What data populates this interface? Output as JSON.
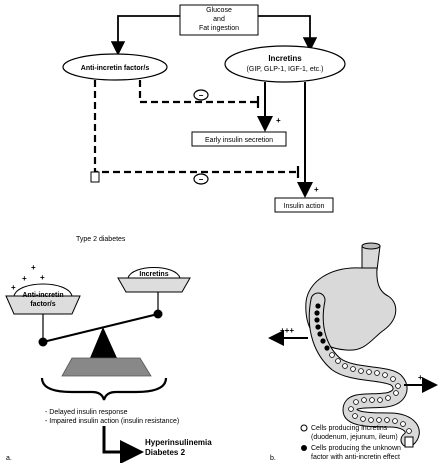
{
  "top_diagram": {
    "glucose_box": [
      "Glucose",
      "and",
      "Fat ingestion"
    ],
    "anti_incretin_label": "Anti-incretin factor/s",
    "incretins_label": "Incretins",
    "incretins_examples": "(GIP, GLP-1, IGF-1, etc.)",
    "minus_sign": "−",
    "plus_sign": "+",
    "early_secretion_label": "Early insulin secretion",
    "insulin_action_label": "Insulin action"
  },
  "panel_a": {
    "type2_label": "Type 2 diabetes",
    "left_pan_label": [
      "Anti-incretin",
      "factor/s"
    ],
    "right_pan_label": "Incretins",
    "plus_marks": [
      "+",
      "+",
      "+",
      "+"
    ],
    "consequences": [
      "- Delayed insulin response",
      "- Impaired insulin action (insulin resistance)"
    ],
    "outcome": [
      "Hyperinsulinemia",
      "Diabetes 2"
    ],
    "panel_letter": "a."
  },
  "panel_b": {
    "left_arrow_label": "+++",
    "right_arrow_label": "+",
    "legend_open": [
      "Cells producing incretins",
      "(duodenum, jejunum, ileum)"
    ],
    "legend_filled": [
      "Cells producing the unknown",
      "factor with anti-incretin effect"
    ],
    "panel_letter": "b."
  }
}
